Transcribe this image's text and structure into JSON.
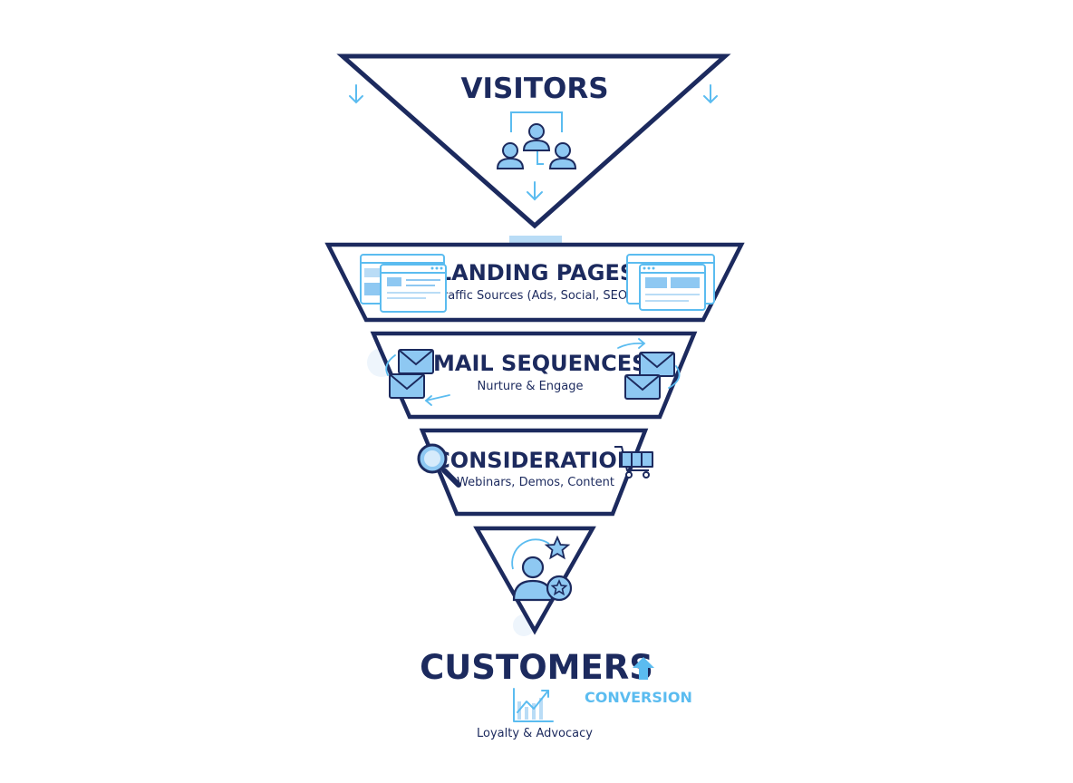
{
  "stages": [
    {
      "title": "VISITORS"
    },
    {
      "title": "LANDING PAGES",
      "subtitle": "Traffic Sources (Ads, Social, SEO)"
    },
    {
      "title": "EMAIL SEQUENCES",
      "subtitle": "Nurture & Engage"
    },
    {
      "title": "CONSIDERATION",
      "subtitle": "Webinars, Demos, Content"
    }
  ],
  "customers": {
    "title": "CUSTOMERS",
    "conversion": "CONVERSION",
    "caption": "Loyalty & Advocacy"
  },
  "colors": {
    "navy": "#1c2a5e",
    "accent": "#5bbcf0",
    "icon_fill": "#8ec8f2",
    "icon_light": "#d6ebfb"
  },
  "icons": [
    "users-icon",
    "browser-window-icon",
    "envelope-icon",
    "magnifier-icon",
    "shopping-cart-icon",
    "customer-star-icon",
    "growth-chart-icon",
    "up-arrow-icon"
  ]
}
